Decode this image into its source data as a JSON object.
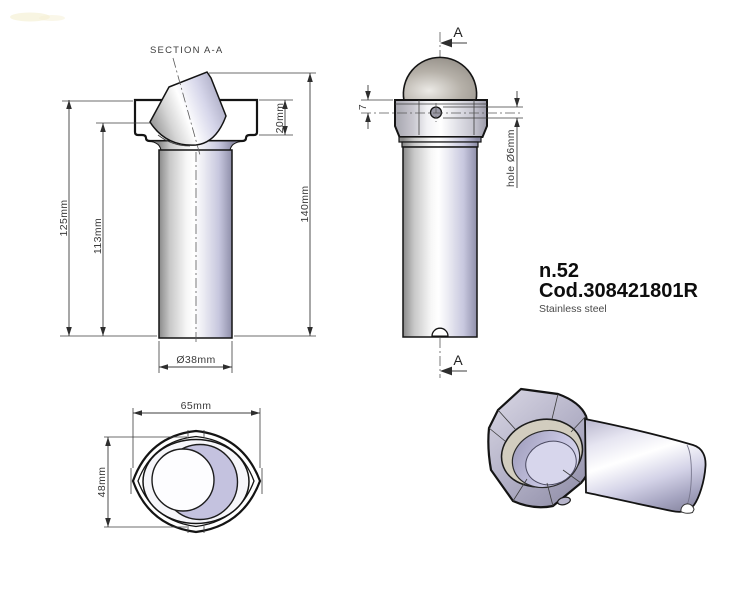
{
  "drawing": {
    "section_label": "SECTION A-A",
    "section_marker": "A",
    "title": {
      "part_number": "n.52",
      "part_code": "Cod.308421801R",
      "material": "Stainless steel"
    },
    "dimensions": {
      "overall_height": "140mm",
      "flange_top_height": "125mm",
      "bore_bottom_height": "113mm",
      "flange_thickness": "20mm",
      "body_diameter": "Ø38mm",
      "hole_offset": "7",
      "hole_note": "hole Ø6mm",
      "flange_width": "65mm",
      "flange_depth": "48mm"
    },
    "colors": {
      "metal_lavender": "#c4c2df",
      "metal_gray": "#9a99b2",
      "bore_cream": "#d2cdbf",
      "line_black": "#141414"
    }
  }
}
